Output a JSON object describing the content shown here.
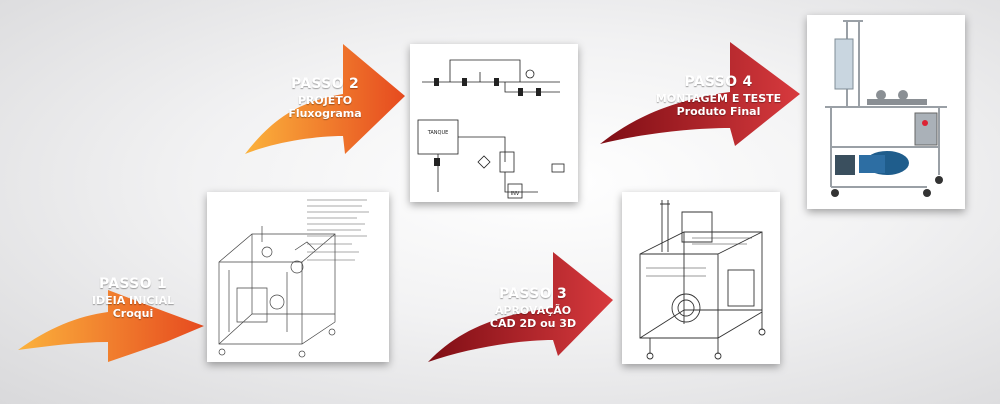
{
  "steps": [
    {
      "label": "PASSO 1",
      "title": "IDEIA INICIAL",
      "subtitle": "Croqui"
    },
    {
      "label": "PASSO 2",
      "title": "PROJETO",
      "subtitle": "Fluxograma"
    },
    {
      "label": "PASSO 3",
      "title": "APROVAÇÃO",
      "subtitle": "CAD 2D ou 3D"
    },
    {
      "label": "PASSO 4",
      "title": "MONTAGEM E TESTE",
      "subtitle": "Produto Final"
    }
  ],
  "flowchart": {
    "tank_label": "TANQUE",
    "inv_label": "INV"
  },
  "colors": {
    "orange_light": "#f8a23a",
    "orange_dark": "#e8481e",
    "red_light": "#d23a3f",
    "red_dark": "#8e1016"
  }
}
